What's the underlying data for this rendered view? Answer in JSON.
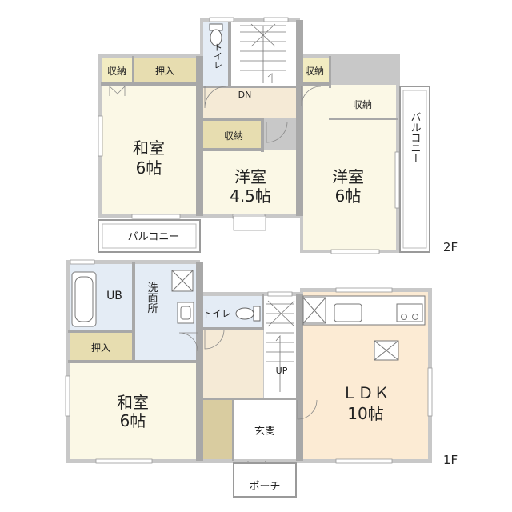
{
  "floor2": {
    "floor_label": "2F",
    "closet_left": "収納",
    "oshiire": "押入",
    "toilet": "トイレ",
    "stairs_dn": "DN",
    "closet_center": "収納",
    "closet_right_top": "収納",
    "closet_right": "収納",
    "washitsu_name": "和室",
    "washitsu_size": "6帖",
    "youshitsu_a_name": "洋室",
    "youshitsu_a_size": "4.5帖",
    "youshitsu_b_name": "洋室",
    "youshitsu_b_size": "6帖",
    "balcony_bottom": "バルコニー",
    "balcony_side": "バルコニー"
  },
  "floor1": {
    "floor_label": "1F",
    "bath": "UB",
    "washroom": "洗面所",
    "toilet": "トイレ",
    "oshiire": "押入",
    "stairs_up": "UP",
    "washitsu_name": "和室",
    "washitsu_size": "6帖",
    "ldk_name": "ＬＤＫ",
    "ldk_size": "10帖",
    "entrance": "玄関",
    "porch": "ポーチ"
  }
}
